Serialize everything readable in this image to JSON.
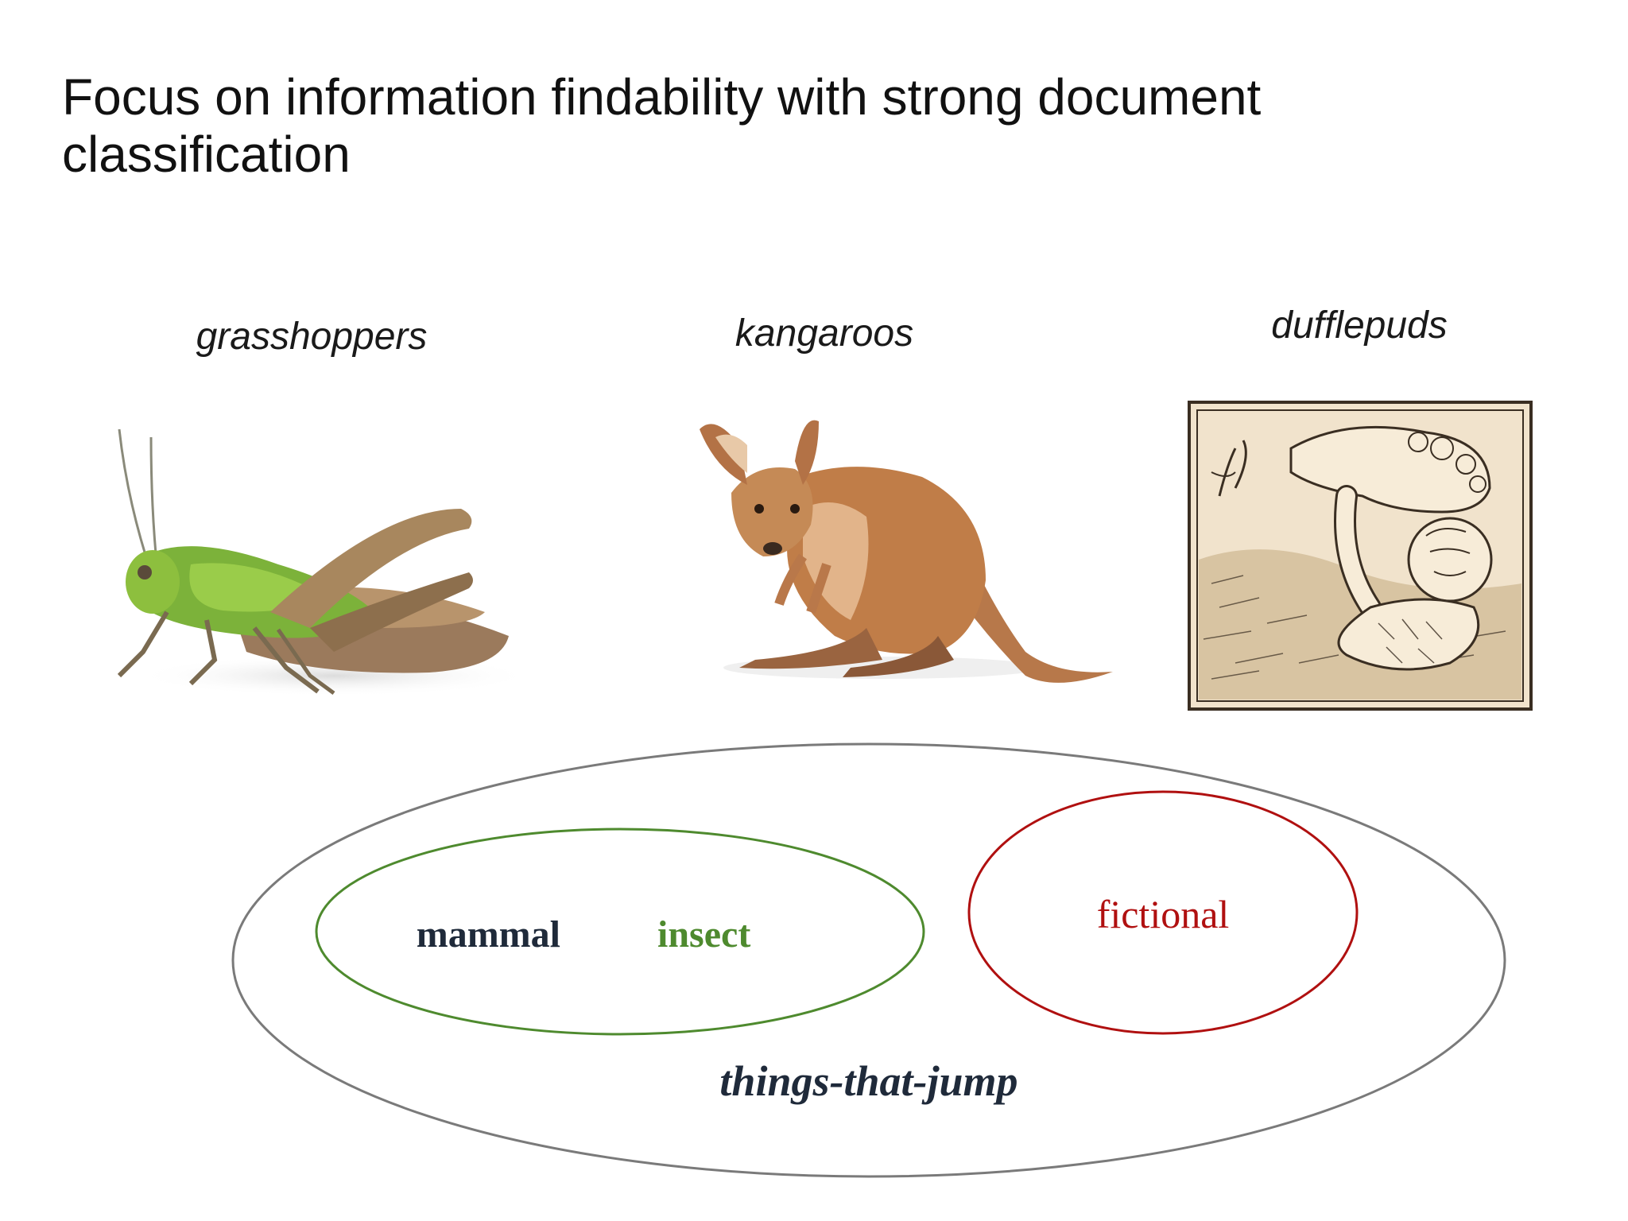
{
  "title_lines": [
    "Focus on information findability with strong document",
    "classification"
  ],
  "animals": {
    "grasshoppers": "grasshoppers",
    "kangaroos": "kangaroos",
    "dufflepuds": "dufflepuds"
  },
  "venn": {
    "outer": "things-that-jump",
    "group_labels": [
      "mammal",
      "insect"
    ],
    "fictional": "fictional"
  },
  "colors": {
    "outer_stroke": "#7a7a7a",
    "green": "#4e8a2e",
    "red": "#b01010",
    "dark_text": "#1f2a3a"
  }
}
